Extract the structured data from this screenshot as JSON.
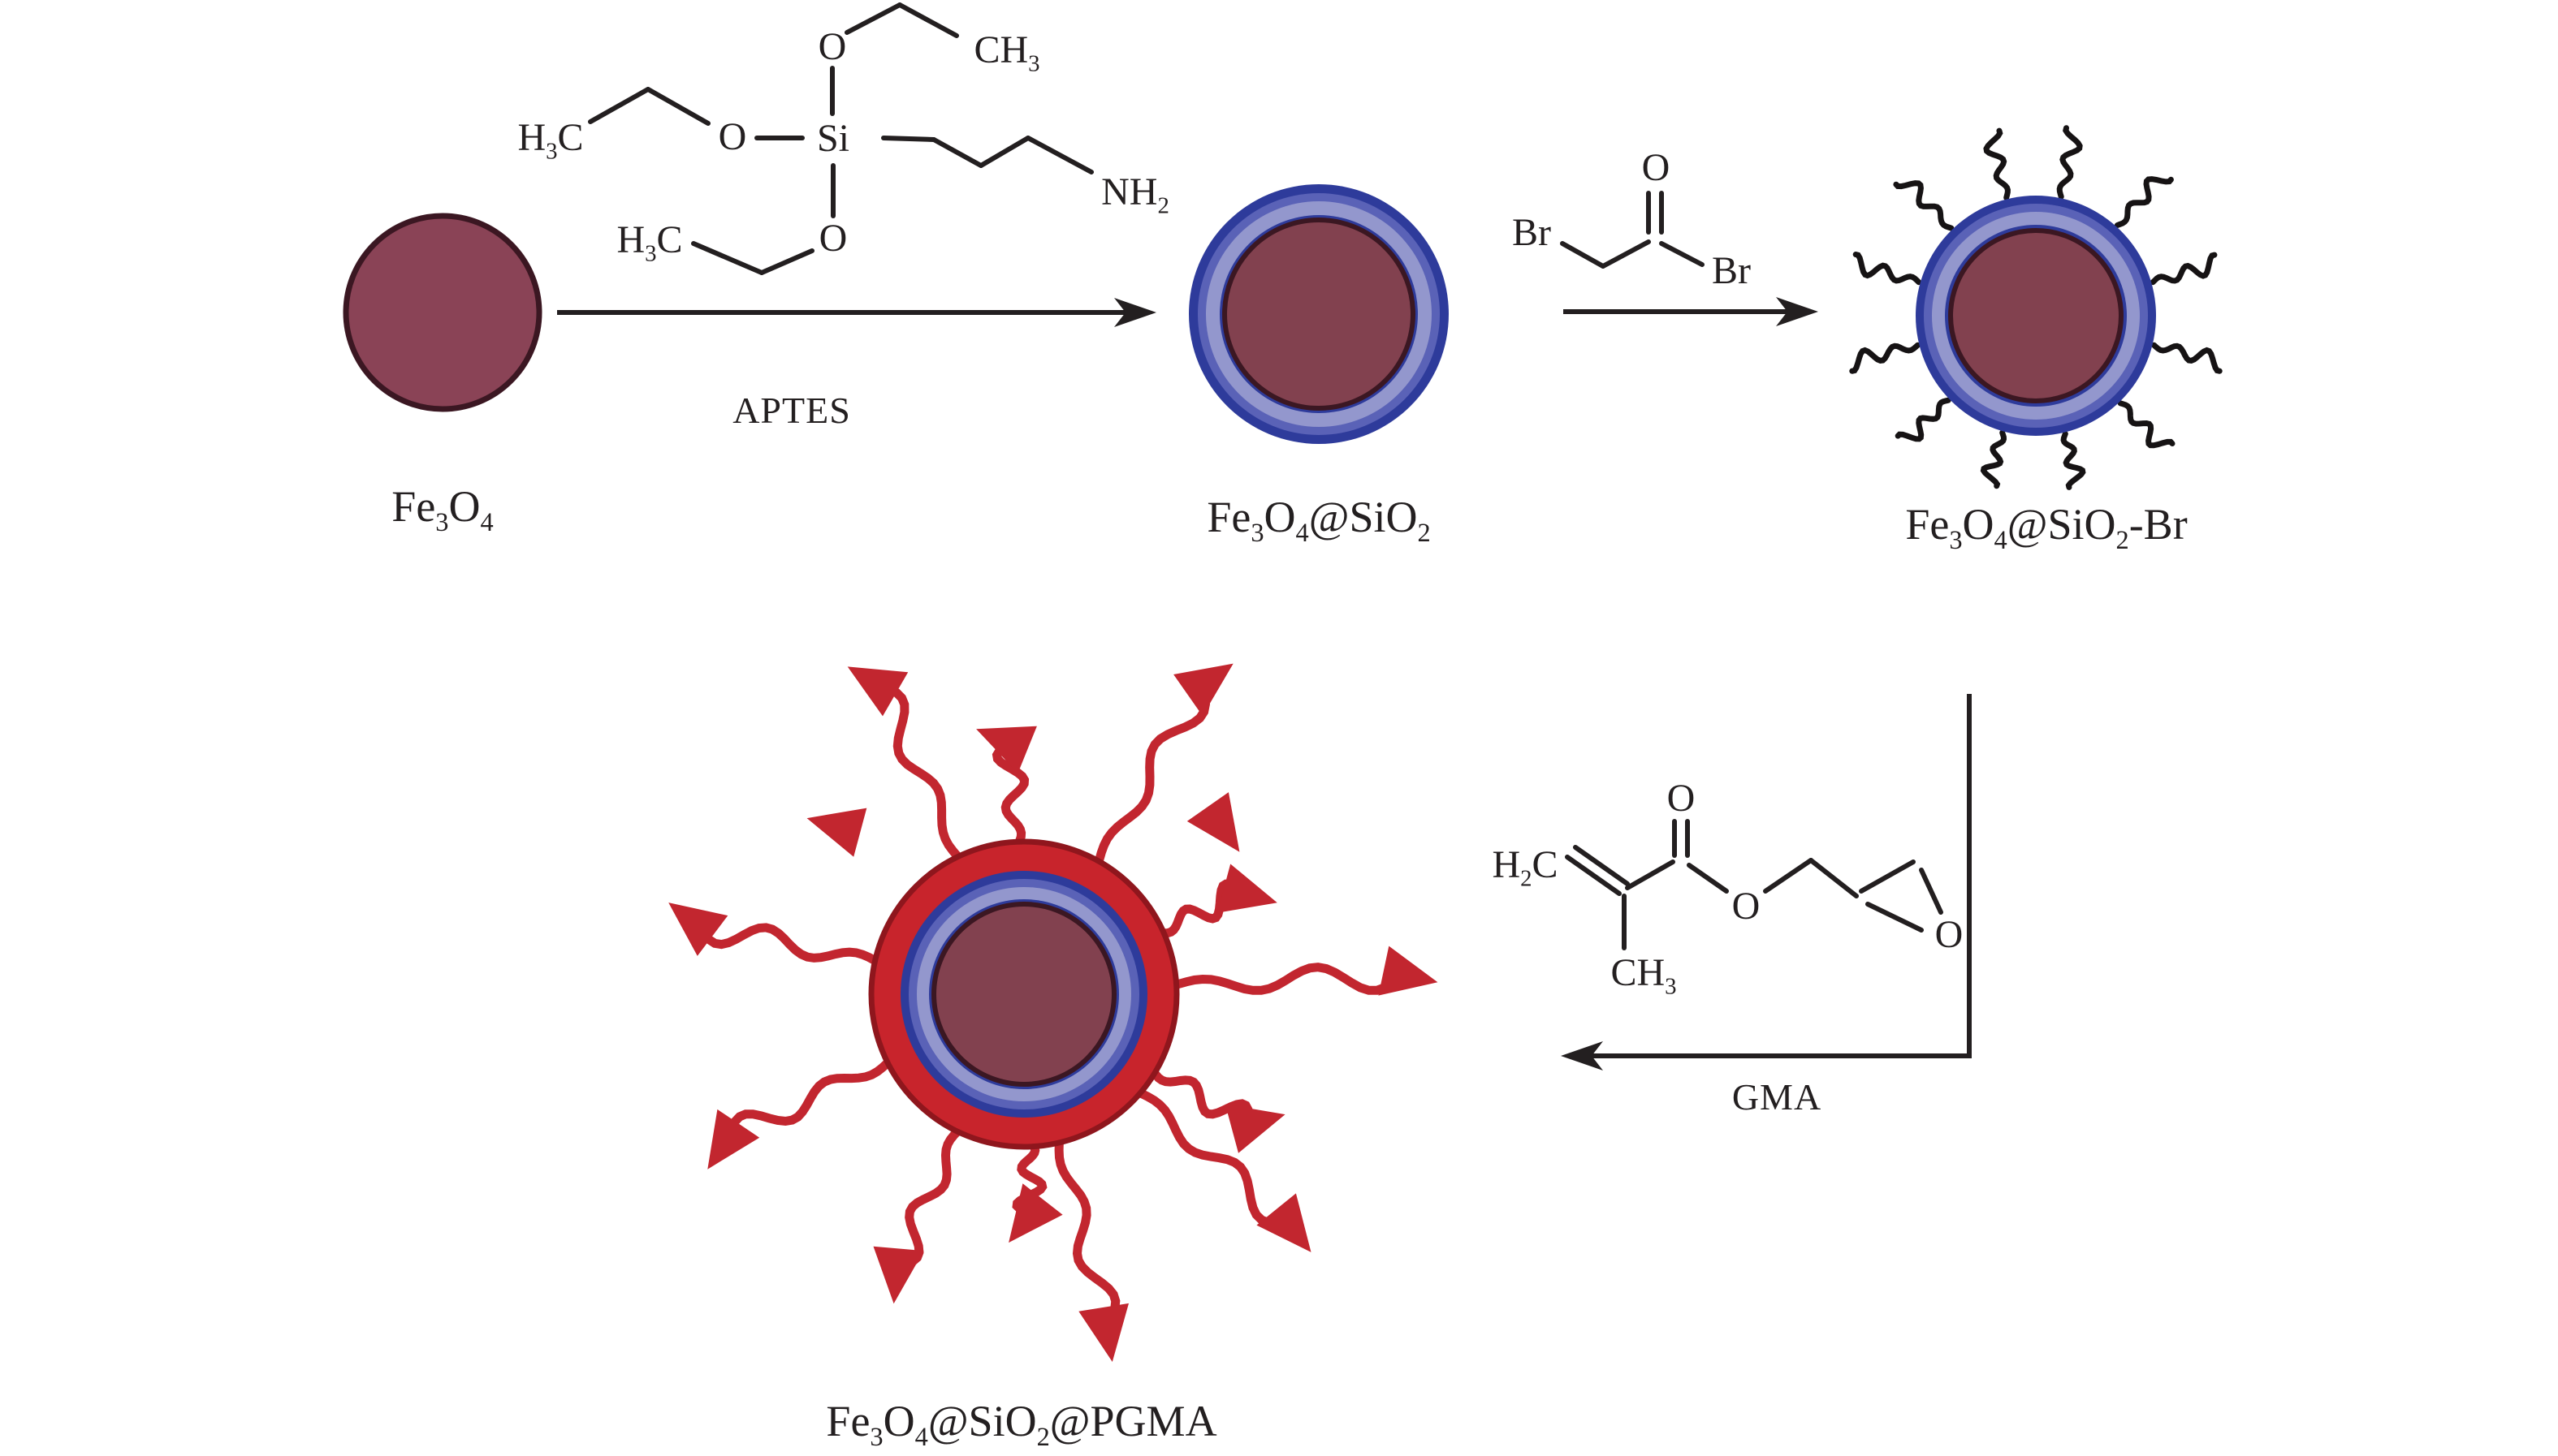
{
  "labels": {
    "fe3o4": "Fe_3O_4",
    "fe3o4_sio2": "Fe_3O_4@SiO_2",
    "fe3o4_sio2_br": "Fe_3O_4@SiO_2-Br",
    "fe3o4_sio2_pgma": "Fe_3O_4@SiO_2@PGMA",
    "aptes": "APTES",
    "gma": "GMA"
  },
  "aptes_structure": {
    "o_top": "O",
    "ch3_top": "CH_3",
    "h3c_left": "H_3C",
    "o_left": "O",
    "si": "Si",
    "o_bottom": "O",
    "h3c_bottom": "H_3C",
    "nh2": "NH_2"
  },
  "bromoacetyl_bromide": {
    "br_left": "Br",
    "o_carbonyl": "O",
    "br_right": "Br"
  },
  "gma_structure": {
    "h2c": "H_2C",
    "o_carbonyl": "O",
    "o_ester": "O",
    "ch3": "CH_3",
    "o_epoxide": "O"
  },
  "colors": {
    "line": "#231f20",
    "text": "#231f20",
    "maghemite_core": "#82414f",
    "maghemite_core_light": "#8a4356",
    "core_border": "#3b1722",
    "silica_navy": "#2e3b9b",
    "silica_blue_mid": "#5a62b7",
    "silica_periwinkle": "#9397cd",
    "pgma_red": "#c8242c",
    "pgma_red_dark": "#8f161d",
    "arm_black": "#161314",
    "arm_red": "#c2262f"
  },
  "decorations": {
    "black_arm_count": 12,
    "red_arm_count": 12,
    "loose_triangle_count": 2
  }
}
